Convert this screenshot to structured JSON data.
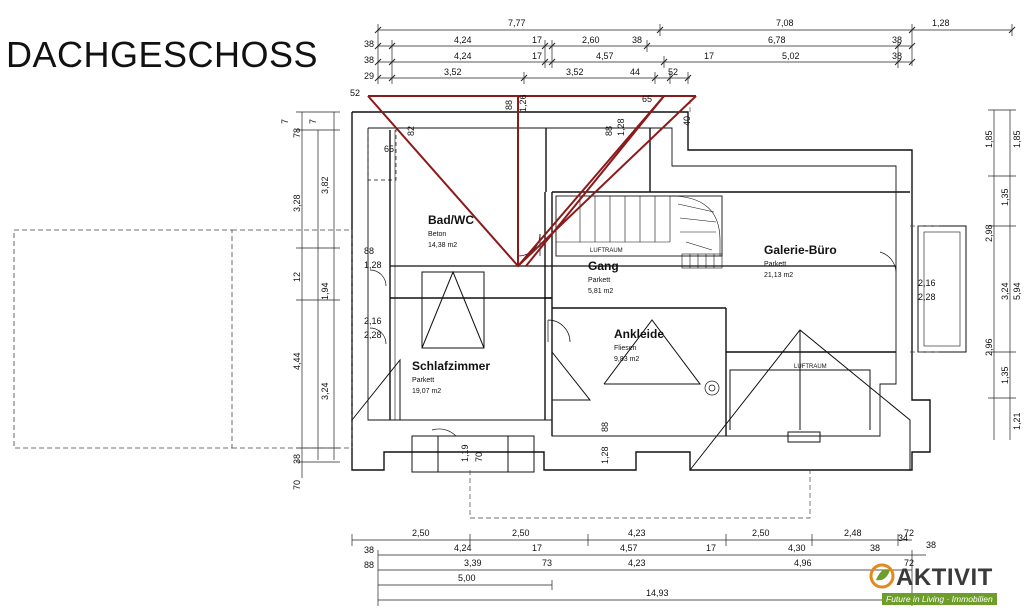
{
  "title": "DACHGESCHOSS",
  "logo": {
    "name": "AKTIVIT",
    "tagline": "Future in Living · Immobilien",
    "colors": {
      "green": "#6f9d2b",
      "orange": "#e28a1d",
      "dark": "#3a3a3a"
    }
  },
  "rooms": [
    {
      "name": "Bad/WC",
      "material": "Beton",
      "area": "14,38 m2"
    },
    {
      "name": "Gang",
      "material": "Parkett",
      "area": "5,81 m2"
    },
    {
      "name": "Galerie-Büro",
      "material": "Parkett",
      "area": "21,13 m2"
    },
    {
      "name": "Ankleide",
      "material": "Fliesen",
      "area": "9,83 m2"
    },
    {
      "name": "Schlafzimmer",
      "material": "Parkett",
      "area": "19,07 m2"
    }
  ],
  "labels": {
    "luftraum": "LUFTRAUM"
  },
  "top_dims": [
    [
      "7,77",
      "7,08",
      "1,28"
    ],
    [
      "38",
      "4,24",
      "17",
      "2,60",
      "38",
      "6,78",
      "38"
    ],
    [
      "38",
      "4,24",
      "17",
      "4,57",
      "17",
      "5,02",
      "38"
    ],
    [
      "29",
      "3,52",
      "3,52",
      "44",
      "52"
    ]
  ],
  "bottom_dims": [
    [
      "2,50",
      "2,50",
      "4,23",
      "2,50",
      "2,48",
      "72"
    ],
    [
      "38",
      "4,24",
      "17",
      "4,57",
      "17",
      "4,30",
      "38",
      "34",
      "38"
    ],
    [
      "88",
      "3,39",
      "73",
      "4,23",
      "4,96",
      "72"
    ],
    [
      "5,00"
    ],
    [
      "14,93"
    ]
  ],
  "left_dims": [
    "7",
    "78",
    "7",
    "3,28",
    "3,82",
    "12",
    "1,94",
    "4,44",
    "3,24",
    "38",
    "70"
  ],
  "right_dims": [
    "1,85",
    "1,85",
    "1,35",
    "2,98",
    "3,24",
    "5,94",
    "2,96",
    "1,35",
    "1,21"
  ],
  "inner_dims": [
    "52",
    "88",
    "1,26",
    "65",
    "40",
    "82",
    "65",
    "88",
    "1,28",
    "88",
    "1,28",
    "2,16",
    "2,28",
    "2,16",
    "2,28",
    "1,19",
    "70",
    "88",
    "1,28"
  ],
  "colors": {
    "roof_outline": "#8b1a1a",
    "ink": "#111111"
  }
}
